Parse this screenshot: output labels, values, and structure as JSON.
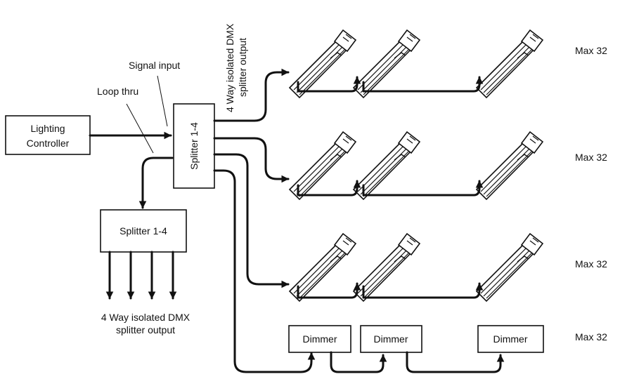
{
  "controller": {
    "line1": "Lighting",
    "line2": "Controller"
  },
  "main_splitter": {
    "label": "Splitter 1-4"
  },
  "sub_splitter": {
    "label": "Splitter 1-4"
  },
  "annotations": {
    "signal_input": "Signal input",
    "loop_thru": "Loop thru",
    "top_output_line1": "4 Way isolated DMX",
    "top_output_line2": "splitter output",
    "bottom_output_line1": "4 Way isolated DMX",
    "bottom_output_line2": "splitter output"
  },
  "max_labels": [
    "Max 32",
    "Max 32",
    "Max 32",
    "Max 32"
  ],
  "dimmers": [
    "Dimmer",
    "Dimmer",
    "Dimmer"
  ],
  "colors": {
    "ink": "#111111",
    "background": "#ffffff"
  }
}
